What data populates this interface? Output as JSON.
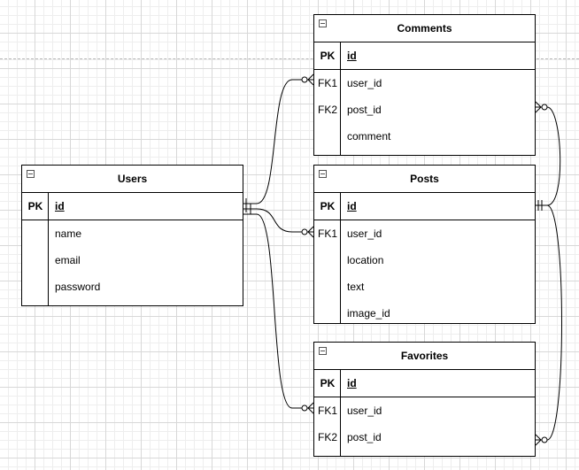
{
  "tables": {
    "comments": {
      "title": "Comments",
      "pk": {
        "key": "PK",
        "field": "id"
      },
      "rows": [
        {
          "key": "FK1",
          "field": "user_id"
        },
        {
          "key": "FK2",
          "field": "post_id"
        },
        {
          "key": "",
          "field": "comment"
        }
      ]
    },
    "users": {
      "title": "Users",
      "pk": {
        "key": "PK",
        "field": "id"
      },
      "rows": [
        {
          "key": "",
          "field": "name"
        },
        {
          "key": "",
          "field": "email"
        },
        {
          "key": "",
          "field": "password"
        }
      ]
    },
    "posts": {
      "title": "Posts",
      "pk": {
        "key": "PK",
        "field": "id"
      },
      "rows": [
        {
          "key": "FK1",
          "field": "user_id"
        },
        {
          "key": "",
          "field": "location"
        },
        {
          "key": "",
          "field": "text"
        },
        {
          "key": "",
          "field": "image_id"
        }
      ]
    },
    "favorites": {
      "title": "Favorites",
      "pk": {
        "key": "PK",
        "field": "id"
      },
      "rows": [
        {
          "key": "FK1",
          "field": "user_id"
        },
        {
          "key": "FK2",
          "field": "post_id"
        }
      ]
    }
  },
  "relationships": [
    {
      "from": "Users.id",
      "to": "Comments.user_id",
      "cardinality": "one-to-zero-or-many"
    },
    {
      "from": "Users.id",
      "to": "Posts.user_id",
      "cardinality": "one-to-zero-or-many"
    },
    {
      "from": "Users.id",
      "to": "Favorites.user_id",
      "cardinality": "one-to-zero-or-many"
    },
    {
      "from": "Posts.id",
      "to": "Comments.post_id",
      "cardinality": "one-to-zero-or-many"
    },
    {
      "from": "Posts.id",
      "to": "Favorites.post_id",
      "cardinality": "one-to-zero-or-many"
    }
  ]
}
